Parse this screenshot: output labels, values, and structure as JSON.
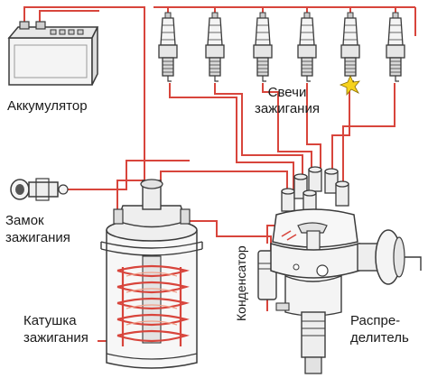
{
  "labels": {
    "battery": "Аккумулятор",
    "ignition_switch": [
      "Замок",
      "зажигания"
    ],
    "coil": [
      "Катушка",
      "зажигания"
    ],
    "spark_plugs": [
      "Свечи",
      "зажигания"
    ],
    "condenser": "Конденсатор",
    "distributor": [
      "Распре-",
      "делитель"
    ]
  },
  "colors": {
    "wire": "#d8453c",
    "wire_inner": "#f0a08a",
    "outline": "#3a3a3a",
    "body_fill": "#f7f7f7",
    "spark": "#f6d21c"
  }
}
